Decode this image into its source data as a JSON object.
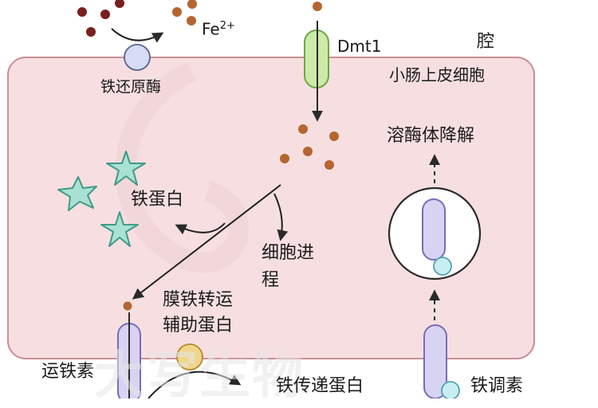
{
  "labels": {
    "iron_ion": "Fe",
    "iron_ion_charge": "2+",
    "dmt1": "Dmt1",
    "lumen": "腔",
    "cell": "小肠上皮细胞",
    "ferric_reductase": "铁还原酶",
    "ferritin": "铁蛋白",
    "endocytosis_line1": "细胞进",
    "endocytosis_line2": "程",
    "lysosomal_degradation": "溶酶体降解",
    "hephaestin_line1": "膜铁转运",
    "hephaestin_line2": "辅助蛋白",
    "ferroportin": "运铁素",
    "transferrin": "铁传递蛋白",
    "hepcidin": "铁调素"
  },
  "colors": {
    "cell_fill": "#f7dfe1",
    "cell_border": "#c98f95",
    "iron_dot": "#b5652f",
    "iron_dot_dark": "#7a1f1f",
    "dmt1_fill": "#cdeaa8",
    "dmt1_border": "#6fa548",
    "ferroportin_fill": "#d9d3f3",
    "ferroportin_border": "#7a6bb8",
    "reductase_fill": "#d6dcf4",
    "hephaestin_fill": "#f1d58c",
    "hepcidin_fill": "#c9eef2",
    "ferritin_fill": "#a9e2d4",
    "ferritin_border": "#3f9a86"
  },
  "watermark": "大写生物"
}
